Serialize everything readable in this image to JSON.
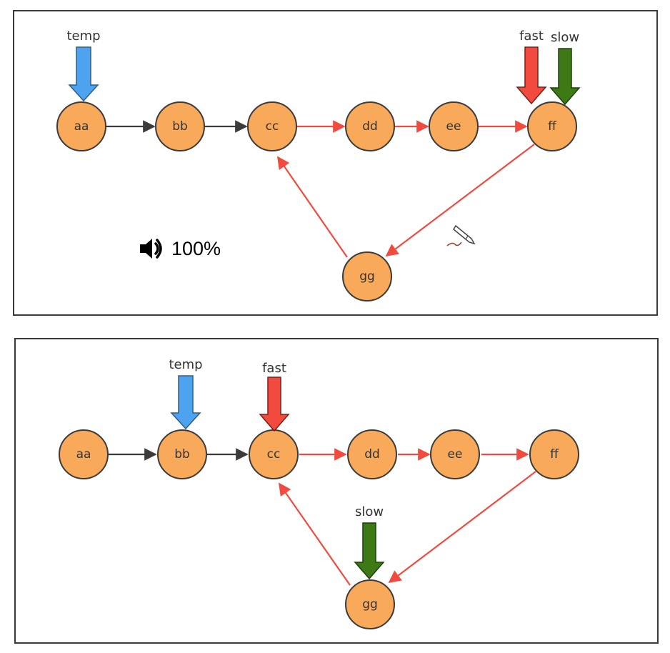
{
  "panels": [
    {
      "id": "top",
      "nodes": [
        "aa",
        "bb",
        "cc",
        "dd",
        "ee",
        "ff",
        "gg"
      ],
      "pointers": [
        {
          "label": "temp",
          "color": "#4da3f0",
          "target": "aa"
        },
        {
          "label": "fast",
          "color": "#f24a3e",
          "target": "ff"
        },
        {
          "label": "slow",
          "color": "#3d7a16",
          "target": "ff"
        }
      ]
    },
    {
      "id": "bottom",
      "nodes": [
        "aa",
        "bb",
        "cc",
        "dd",
        "ee",
        "ff",
        "gg"
      ],
      "pointers": [
        {
          "label": "temp",
          "color": "#4da3f0",
          "target": "bb"
        },
        {
          "label": "fast",
          "color": "#f24a3e",
          "target": "cc"
        },
        {
          "label": "slow",
          "color": "#3d7a16",
          "target": "gg"
        }
      ]
    }
  ],
  "overlay": {
    "volume_icon": "speaker-icon",
    "volume_text": "100%",
    "cursor_icon": "pencil-icon"
  },
  "colors": {
    "node_fill": "#f9a95a",
    "edge_black": "#3b3b3b",
    "edge_red": "#f24a3e"
  }
}
